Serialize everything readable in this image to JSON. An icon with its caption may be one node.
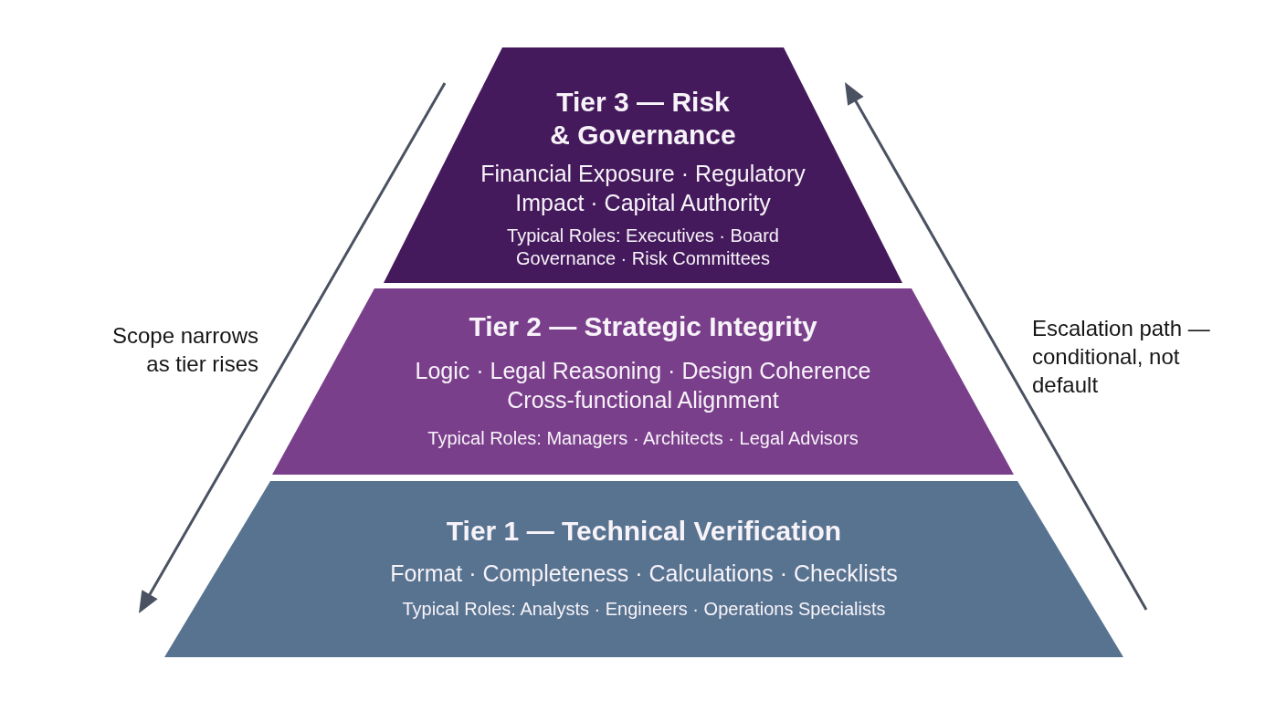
{
  "diagram": {
    "nodes": [
      {
        "text": [
          "Tier 3 — Risk & Governance",
          "Financial Exposure · Regulatory Impact · Capital Authority",
          "Typical Roles: Executives · Board Governance · Risk Committees"
        ]
      },
      {
        "text": [
          "Tier 2 — Strategic Integrity",
          "Logic · Legal Reasoning · Design Coherence Cross-functional Alignment",
          "Typical Roles: Managers · Architects · Legal Advisors"
        ]
      },
      {
        "text": [
          "Tier 1 — Technical Verification",
          "Format · Completeness · Calculations · Checklists",
          "Typical Roles: Analysts · Engineers · Operations Specialists"
        ]
      }
    ],
    "labels": [
      "Scope narrows as tier rises",
      "Escalation path — conditional, not default"
    ]
  }
}
